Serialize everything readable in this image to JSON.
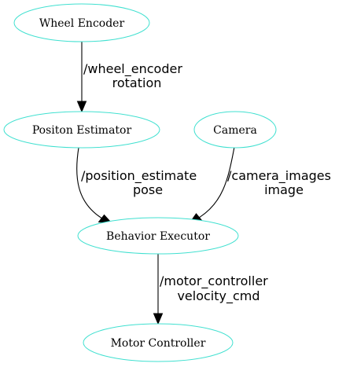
{
  "nodes": {
    "wheel_encoder": "Wheel Encoder",
    "position_estimator": "Positon Estimator",
    "camera": "Camera",
    "behavior_executor": "Behavior Executor",
    "motor_controller": "Motor Controller"
  },
  "edges": {
    "wheel_to_position": {
      "topic": "/wheel_encoder",
      "message": "rotation"
    },
    "position_to_behavior": {
      "topic": "/position_estimate",
      "message": "pose"
    },
    "camera_to_behavior": {
      "topic": "/camera_images",
      "message": "image"
    },
    "behavior_to_motor": {
      "topic": "/motor_controller",
      "message": "velocity_cmd"
    }
  },
  "colors": {
    "node_border": "#40e0d0",
    "edge": "#000000"
  }
}
